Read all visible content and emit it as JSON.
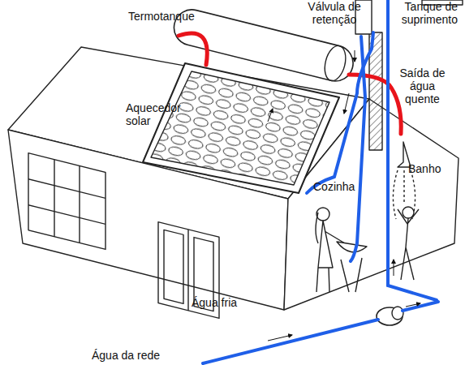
{
  "diagram": {
    "labels": [
      "Termotanque",
      "Válvula de retenção",
      "Tanque de suprimento",
      "Saída de água quente",
      "Aquecedor solar",
      "Cozinha",
      "Banho",
      "Água fria",
      "Água da rede"
    ]
  }
}
